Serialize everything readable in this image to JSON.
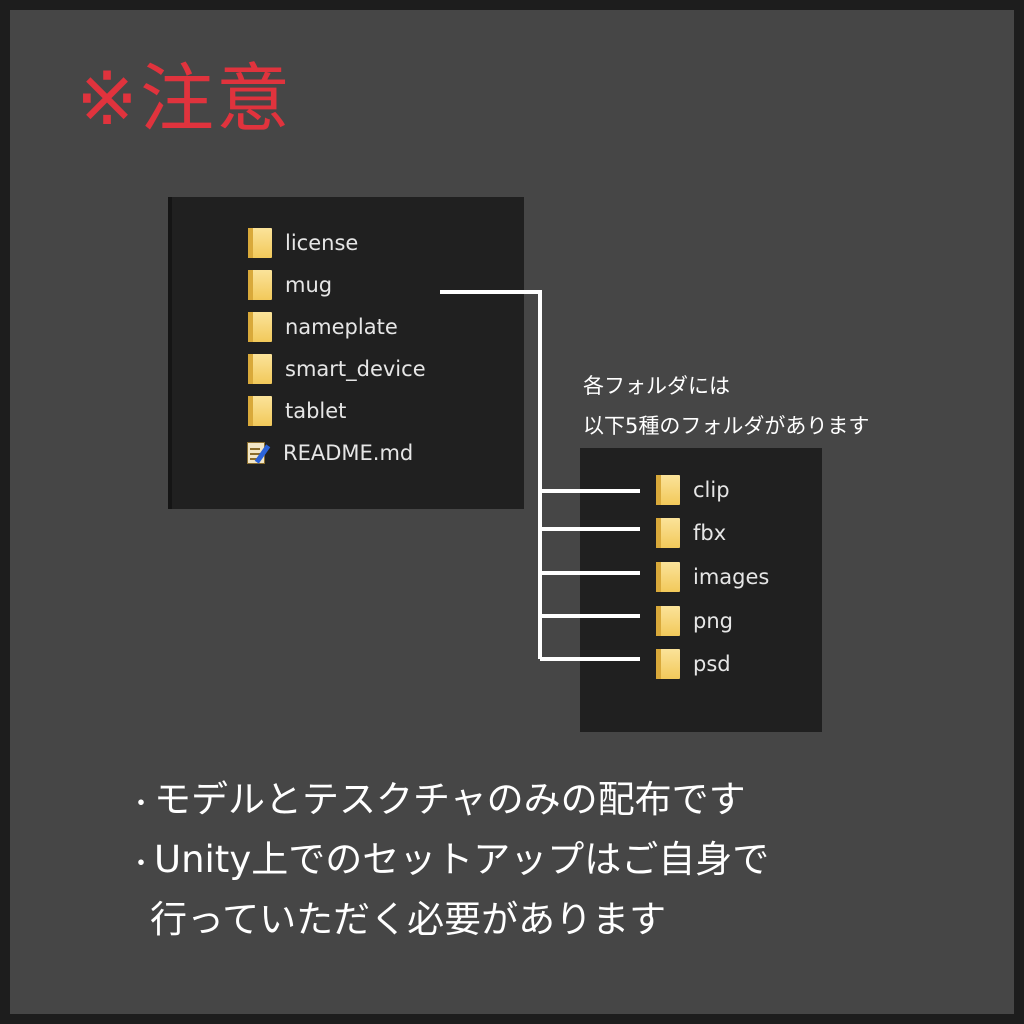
{
  "title": "※注意",
  "top_folder": {
    "items": [
      {
        "name": "license",
        "icon": "folder-icon"
      },
      {
        "name": "mug",
        "icon": "folder-icon"
      },
      {
        "name": "nameplate",
        "icon": "folder-icon"
      },
      {
        "name": "smart_device",
        "icon": "folder-icon"
      },
      {
        "name": "tablet",
        "icon": "folder-icon"
      },
      {
        "name": "README.md",
        "icon": "readme-file-icon"
      }
    ]
  },
  "note": {
    "line1": "各フォルダには",
    "line2": "以下5種のフォルダがあります"
  },
  "sub_folder": {
    "items": [
      {
        "name": "clip",
        "icon": "folder-icon"
      },
      {
        "name": "fbx",
        "icon": "folder-icon"
      },
      {
        "name": "images",
        "icon": "folder-icon"
      },
      {
        "name": "png",
        "icon": "folder-icon"
      },
      {
        "name": "psd",
        "icon": "folder-icon"
      }
    ]
  },
  "bullets": {
    "bullet_symbol": "・",
    "line1": "モデルとテスクチャのみの配布です",
    "line2": "Unity上でのセットアップはご自身で",
    "line3": "行っていただく必要があります"
  },
  "colors": {
    "title": "#e0333d",
    "background": "#464646",
    "panel": "#202020",
    "connector": "#ffffff"
  }
}
